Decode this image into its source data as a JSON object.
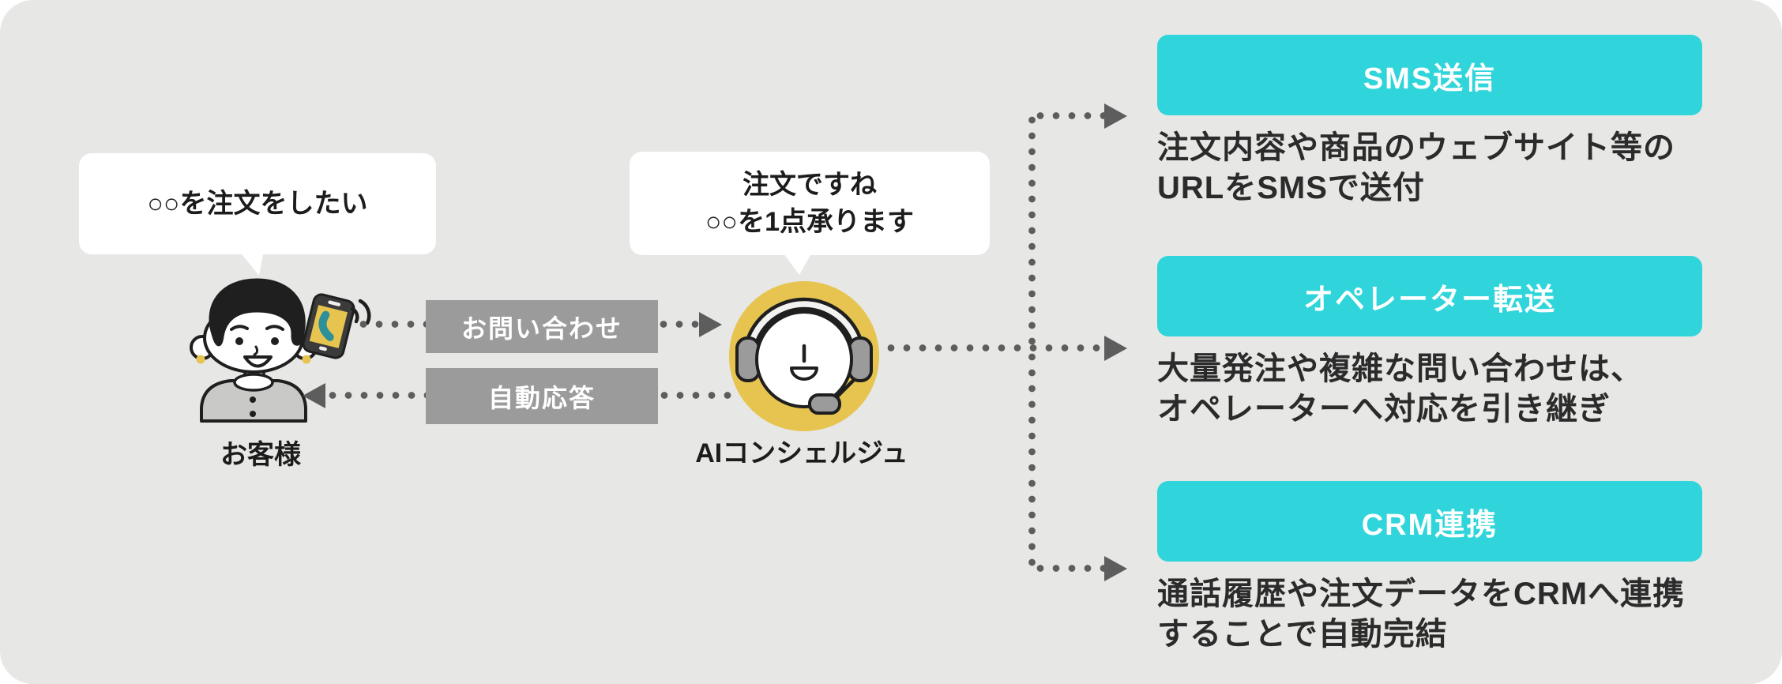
{
  "colors": {
    "canvas-bg": "#e7e7e5",
    "accent-teal": "#2fd5da",
    "flow-box-gray": "#9b9b9b",
    "connector-gray": "#5d5d5d",
    "highlight-yellow": "#e6c44f",
    "text-dark": "#2b2b2b",
    "bubble-bg": "#ffffff"
  },
  "customer": {
    "bubble_text": "○○を注文をしたい",
    "label": "お客様"
  },
  "ai": {
    "bubble_line1": "注文ですね",
    "bubble_line2": "○○を1点承ります",
    "label": "AIコンシェルジュ"
  },
  "flows": {
    "inquiry": "お問い合わせ",
    "auto_response": "自動応答"
  },
  "features": [
    {
      "title": "SMS送信",
      "desc_line1": "注文内容や商品のウェブサイト等の",
      "desc_line2": "URLをSMSで送付"
    },
    {
      "title": "オペレーター転送",
      "desc_line1": "大量発注や複雑な問い合わせは、",
      "desc_line2": "オペレーターへ対応を引き継ぎ"
    },
    {
      "title": "CRM連携",
      "desc_line1": "通話履歴や注文データをCRMへ連携",
      "desc_line2": "することで自動完結"
    }
  ]
}
